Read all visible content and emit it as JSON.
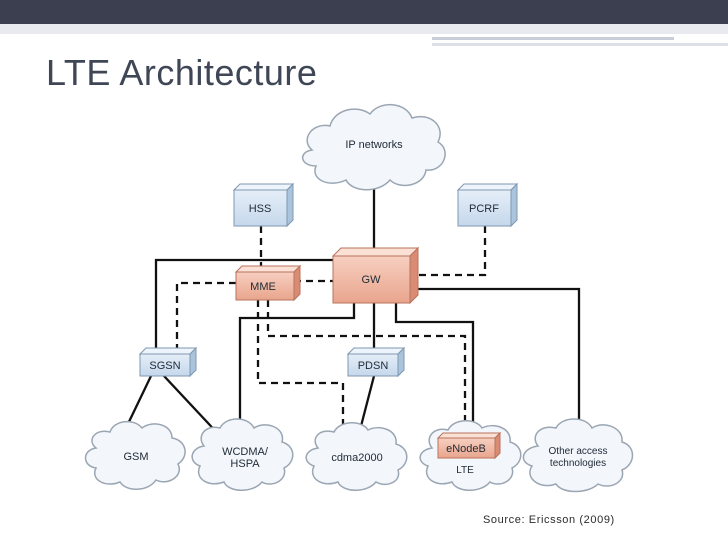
{
  "slide": {
    "title": "LTE Architecture",
    "source": "Source: Ericsson (2009)"
  },
  "diagram": {
    "clouds": {
      "ip_networks": "IP networks",
      "gsm": "GSM",
      "wcdma_line1": "WCDMA/",
      "wcdma_line2": "HSPA",
      "cdma2000": "cdma2000",
      "other_line1": "Other access",
      "other_line2": "technologies",
      "lte": "LTE"
    },
    "nodes": {
      "hss": "HSS",
      "pcrf": "PCRF",
      "mme": "MME",
      "gw": "GW",
      "sgsn": "SGSN",
      "pdsn": "PDSN",
      "enodeb": "eNodeB"
    },
    "colors": {
      "blue_box": "#d4e4f3",
      "blue_box_side": "#a9c4dc",
      "salmon_box": "#f0b8a4",
      "salmon_box_side": "#d98c73",
      "cloud_fill": "#f3f6fa",
      "cloud_stroke": "#9aa6b3",
      "title_bar": "#3b3f4f"
    }
  }
}
